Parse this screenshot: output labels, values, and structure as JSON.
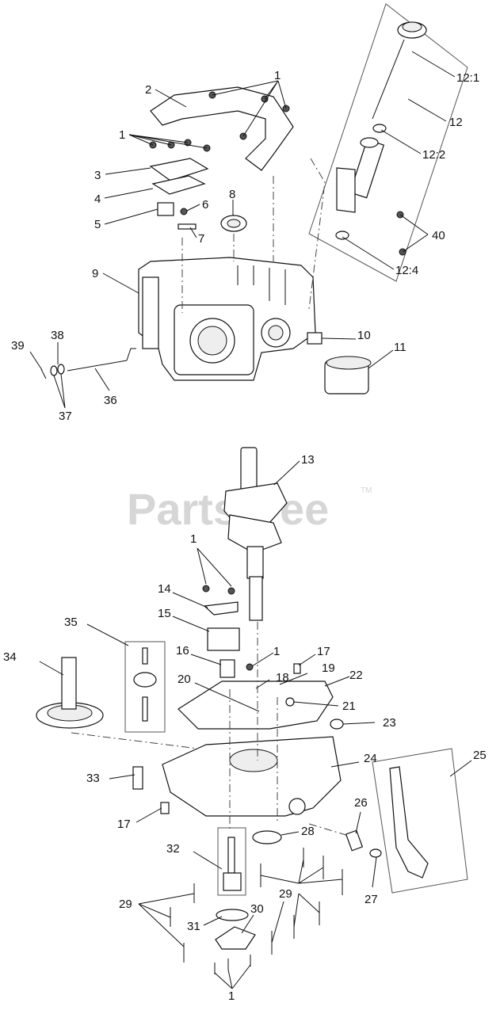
{
  "watermark": {
    "text": "PartsTree",
    "tm": "TM"
  },
  "callouts": {
    "c1a": "1",
    "c1b": "1",
    "c1c": "1",
    "c1d": "1",
    "c1e": "1",
    "c2": "2",
    "c3": "3",
    "c4": "4",
    "c5": "5",
    "c6": "6",
    "c7": "7",
    "c8": "8",
    "c9": "9",
    "c10": "10",
    "c11": "11",
    "c12": "12",
    "c12_1": "12:1",
    "c12_2": "12:2",
    "c12_4": "12:4",
    "c13": "13",
    "c14": "14",
    "c15": "15",
    "c16": "16",
    "c17a": "17",
    "c17b": "17",
    "c18": "18",
    "c19": "19",
    "c20": "20",
    "c21": "21",
    "c22": "22",
    "c23": "23",
    "c24": "24",
    "c25": "25",
    "c26": "26",
    "c27": "27",
    "c28": "28",
    "c29a": "29",
    "c29b": "29",
    "c30": "30",
    "c31": "31",
    "c32": "32",
    "c33": "33",
    "c34": "34",
    "c35": "35",
    "c36": "36",
    "c37": "37",
    "c38": "38",
    "c39": "39",
    "c40": "40"
  }
}
